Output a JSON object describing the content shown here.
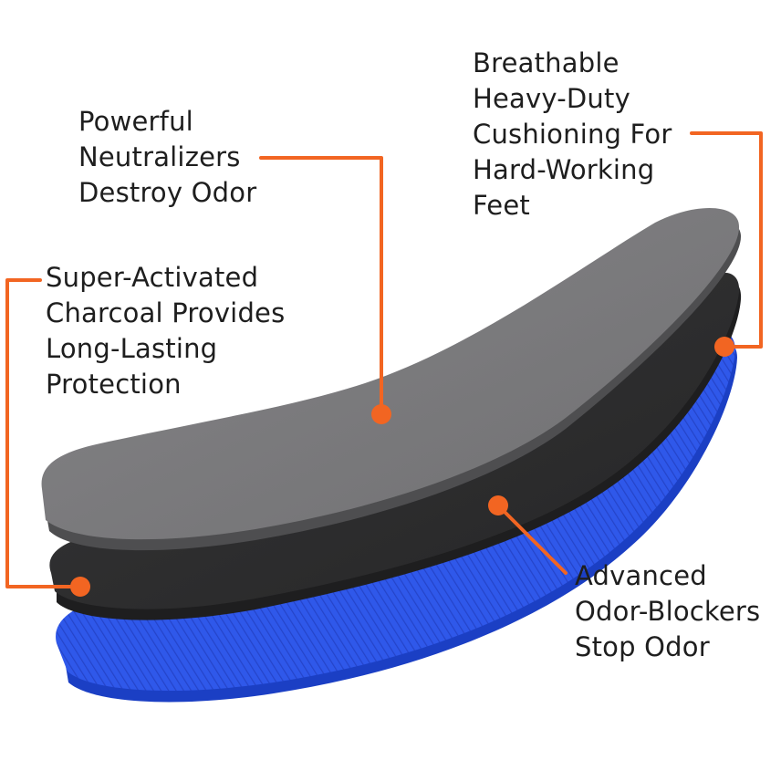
{
  "accent_color": "#f26522",
  "layers": [
    {
      "name": "top-layer",
      "color": "#7b7a7d"
    },
    {
      "name": "middle-layer",
      "color": "#2e2e2f"
    },
    {
      "name": "bottom-layer",
      "color": "#2d55e8"
    }
  ],
  "callouts": {
    "neutralizers": {
      "lines": [
        "Powerful",
        "Neutralizers",
        "Destroy Odor"
      ]
    },
    "breathable": {
      "lines": [
        "Breathable",
        "Heavy-Duty",
        "Cushioning For",
        "Hard-Working",
        "Feet"
      ]
    },
    "charcoal": {
      "lines": [
        "Super-Activated",
        "Charcoal Provides",
        "Long-Lasting",
        "Protection"
      ]
    },
    "blockers": {
      "lines": [
        "Advanced",
        "Odor-Blockers",
        "Stop Odor"
      ]
    }
  }
}
